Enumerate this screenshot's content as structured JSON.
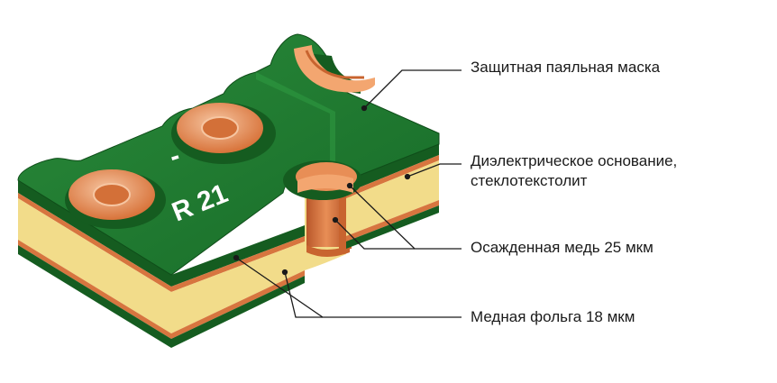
{
  "labels": {
    "solder_mask": "Защитная паяльная маска",
    "dielectric_line1": "Диэлектрическое основание,",
    "dielectric_line2": "стеклотекстолит",
    "plated_copper": "Осажденная медь 25 мкм",
    "copper_foil": "Медная фольга 18 мкм"
  },
  "board": {
    "silkscreen_dash": "-",
    "silkscreen_ref": "R 21"
  },
  "colors": {
    "solder_mask": "#1f7a2f",
    "solder_mask_dark": "#14591f",
    "dielectric": "#f2dc8a",
    "dielectric_dark": "#d9bd5e",
    "copper": "#e0824a",
    "copper_light": "#f3b98f",
    "leader": "#1a1a1a"
  }
}
